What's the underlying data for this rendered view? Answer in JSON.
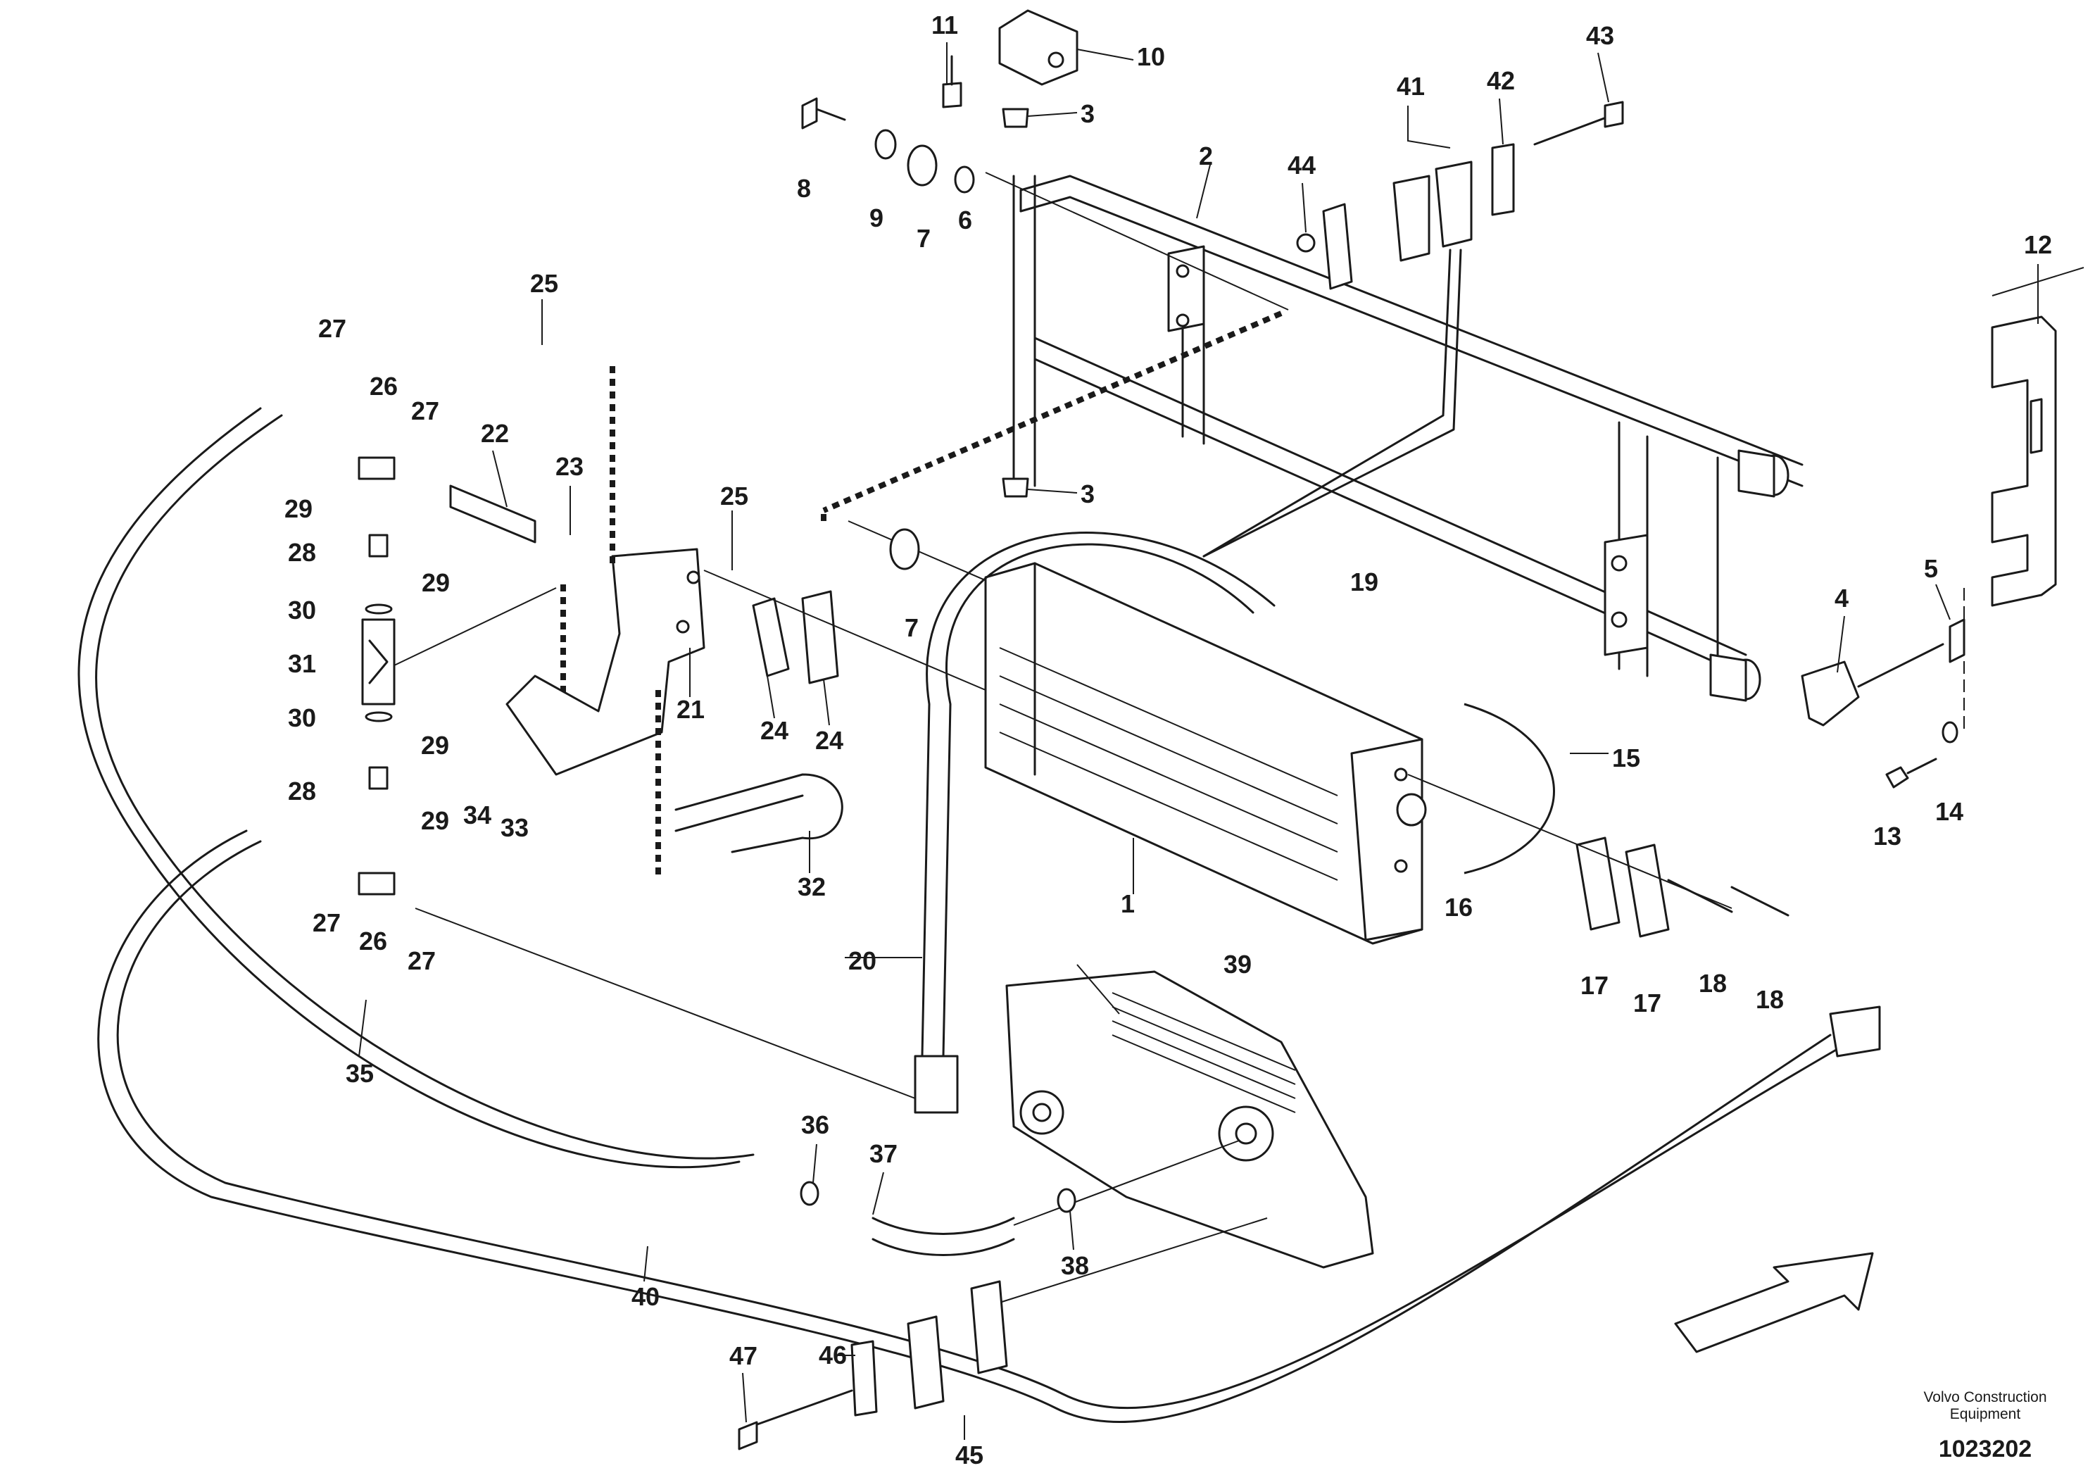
{
  "callouts": [
    "1",
    "2",
    "3",
    "3",
    "4",
    "5",
    "6",
    "7",
    "7",
    "8",
    "9",
    "10",
    "11",
    "12",
    "13",
    "14",
    "15",
    "16",
    "17",
    "17",
    "18",
    "18",
    "19",
    "20",
    "21",
    "22",
    "23",
    "24",
    "24",
    "25",
    "25",
    "26",
    "26",
    "27",
    "27",
    "27",
    "27",
    "28",
    "28",
    "29",
    "29",
    "29",
    "29",
    "30",
    "30",
    "31",
    "32",
    "33",
    "34",
    "35",
    "36",
    "37",
    "38",
    "39",
    "40",
    "41",
    "42",
    "43",
    "44",
    "45",
    "46",
    "47"
  ],
  "footer": {
    "brand_line1": "Volvo Construction",
    "brand_line2": "Equipment",
    "drawing_number": "1023202"
  },
  "colors": {
    "line": "#1a1a1a",
    "background": "#ffffff"
  }
}
